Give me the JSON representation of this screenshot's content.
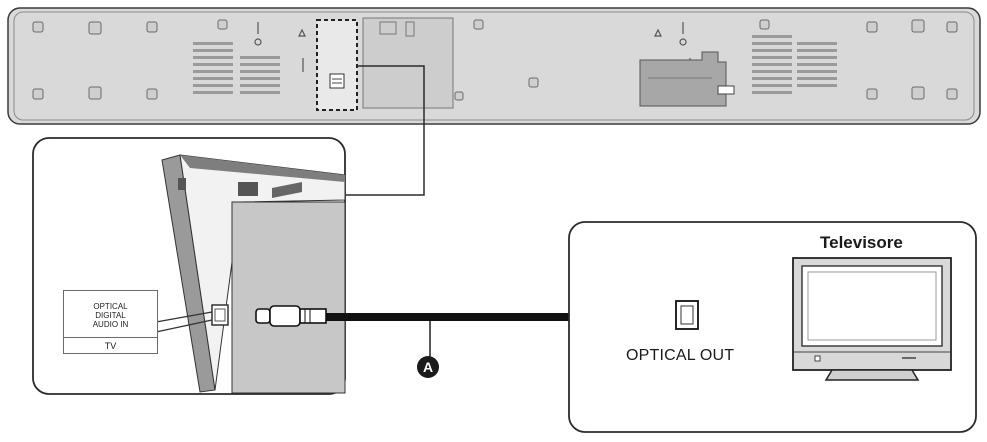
{
  "tv": {
    "title": "Televisore"
  },
  "tv_port": {
    "label": "OPTICAL OUT"
  },
  "soundbar_port": {
    "line1": "OPTICAL",
    "line2": "DIGITAL",
    "line3": "AUDIO IN",
    "sub": "TV"
  },
  "cable": {
    "callout": "A"
  },
  "colors": {
    "bar_fill": "#d9d9d9",
    "panel_fill": "#e6e6e6",
    "dark_panel": "#8a8a8a",
    "outline": "#2b2b2b",
    "cable": "#111111"
  }
}
